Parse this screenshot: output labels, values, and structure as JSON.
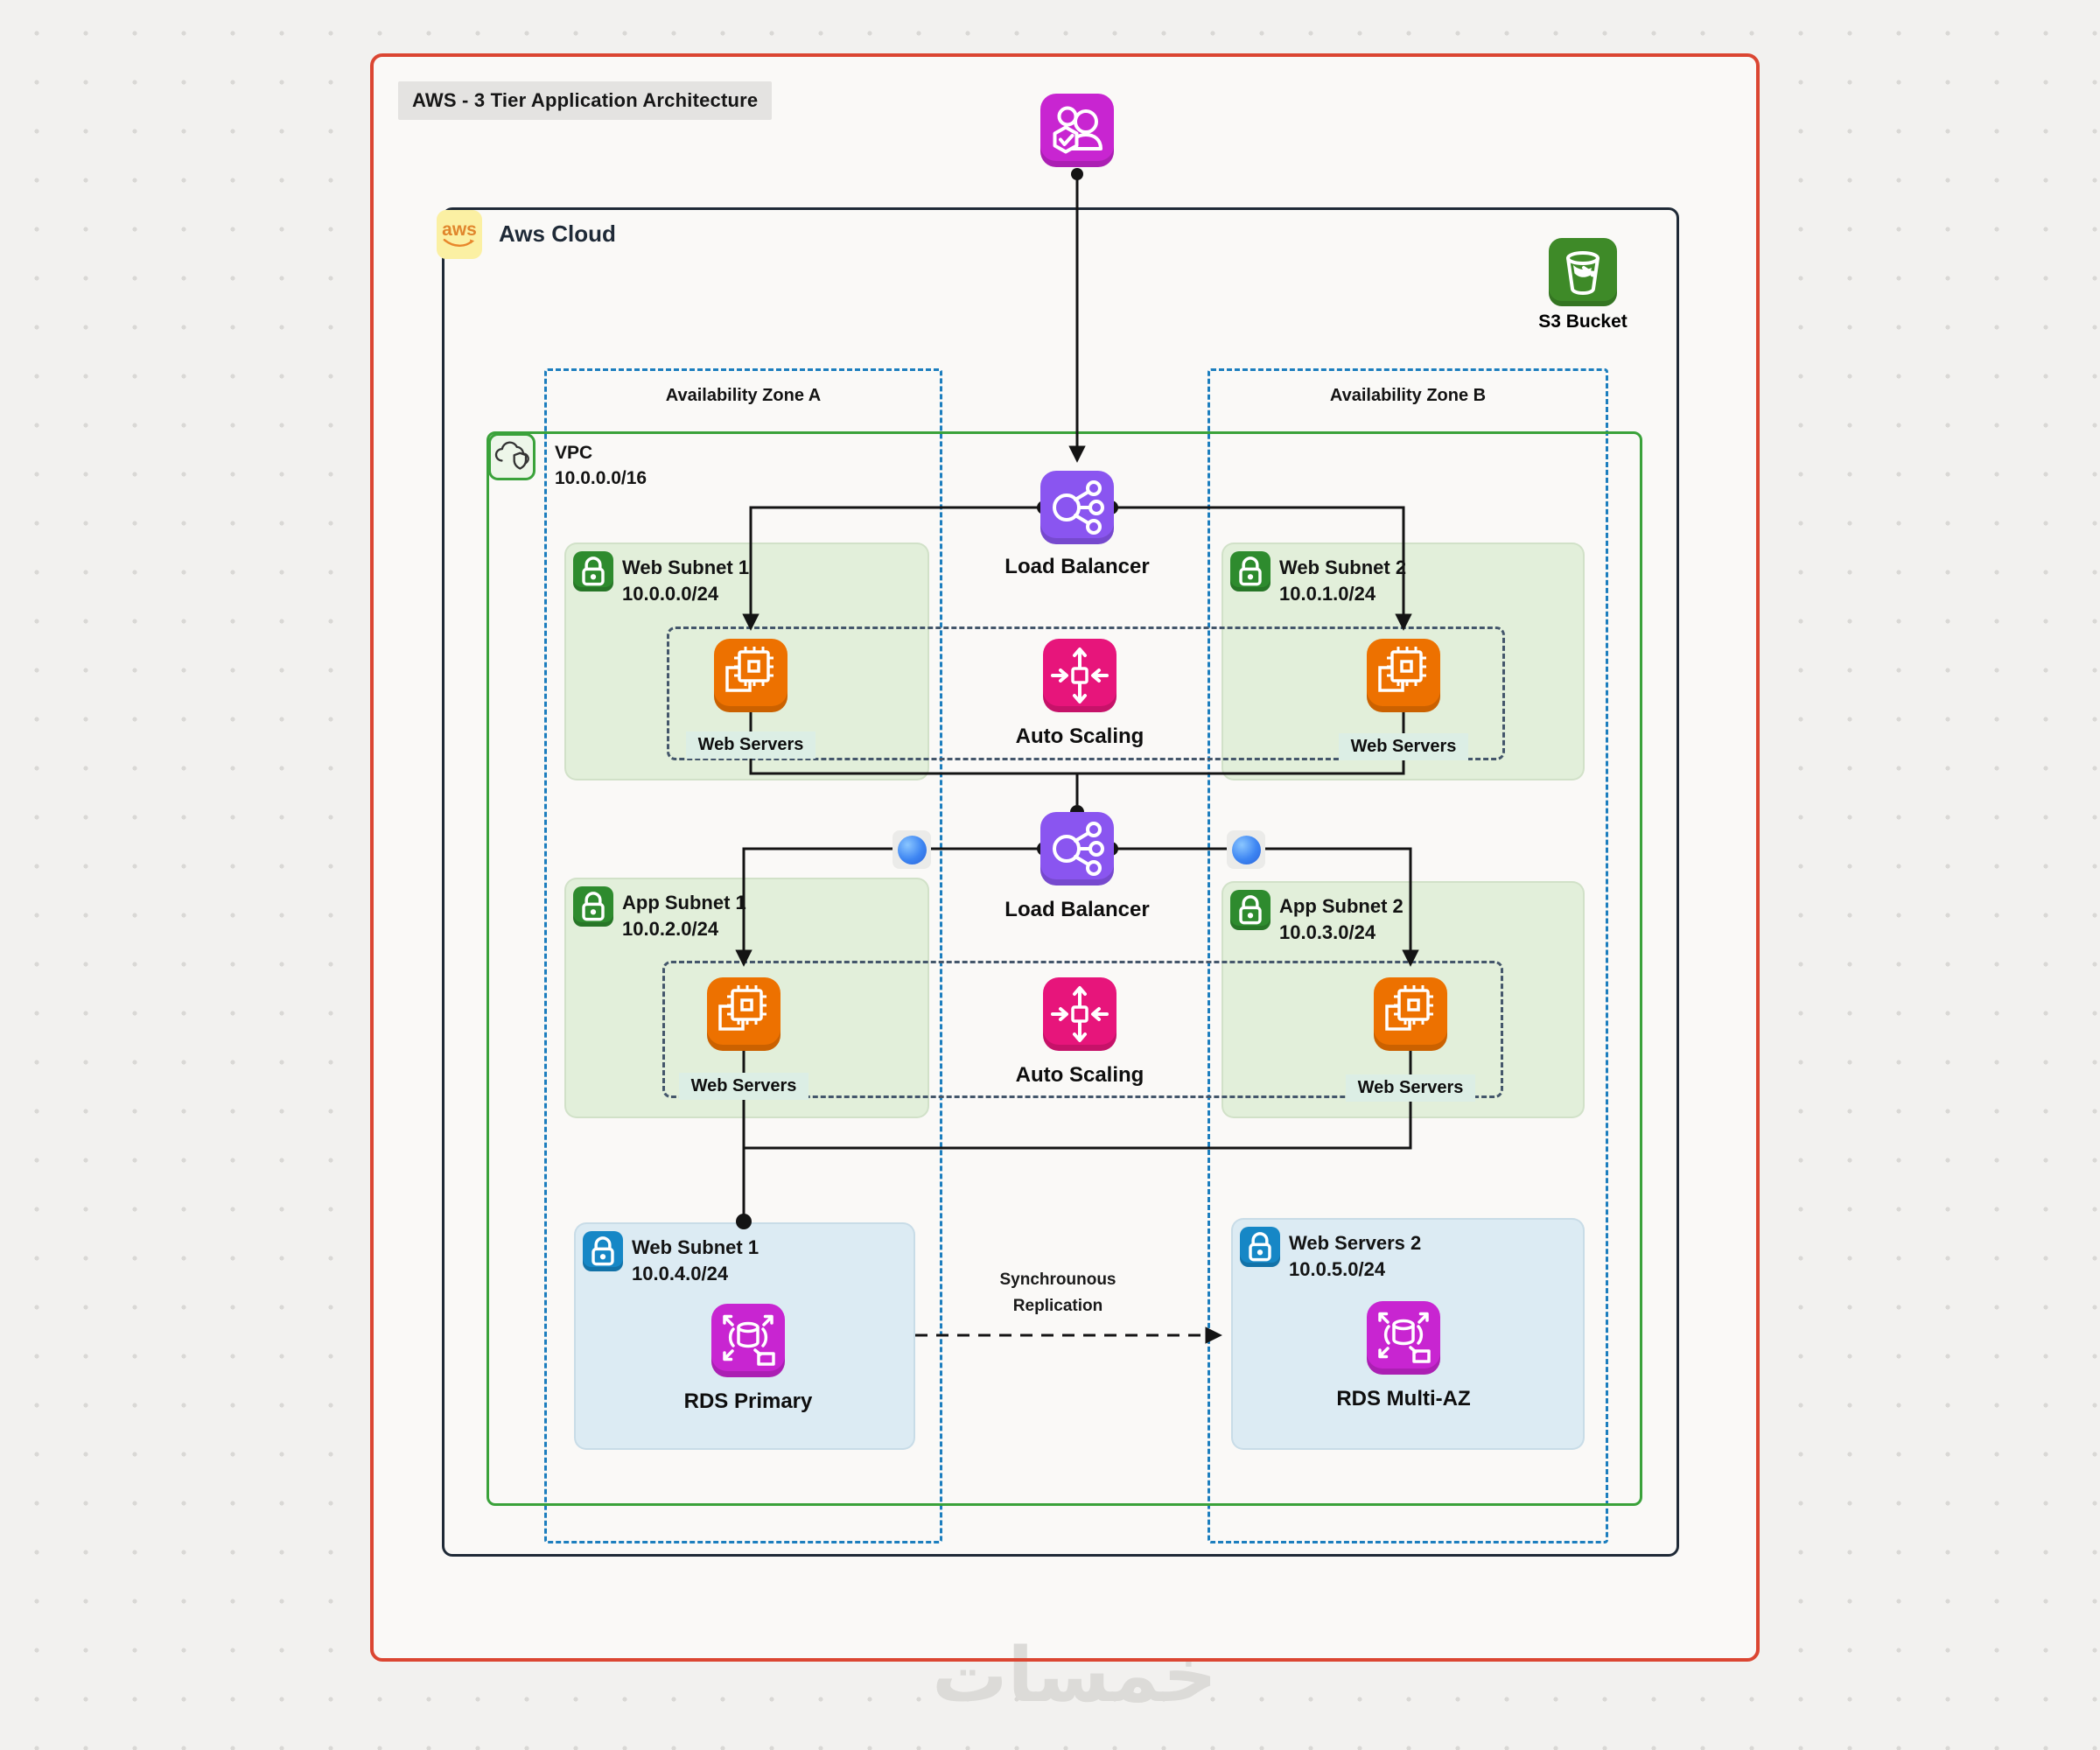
{
  "title": "AWS - 3 Tier Application Architecture",
  "watermark": "خمسات",
  "cloud": {
    "label": "Aws Cloud",
    "logo_text": "aws"
  },
  "s3": {
    "label": "S3 Bucket"
  },
  "zones": [
    {
      "label": "Availability Zone A"
    },
    {
      "label": "Availability Zone B"
    }
  ],
  "vpc": {
    "label": "VPC",
    "cidr": "10.0.0.0/16"
  },
  "subnets": {
    "web1": {
      "name": "Web Subnet 1",
      "cidr": "10.0.0.0/24"
    },
    "web2": {
      "name": "Web Subnet 2",
      "cidr": "10.0.1.0/24"
    },
    "app1": {
      "name": "App Subnet 1",
      "cidr": "10.0.2.0/24"
    },
    "app2": {
      "name": "App Subnet 2",
      "cidr": "10.0.3.0/24"
    },
    "db1": {
      "name": "Web Subnet 1",
      "cidr": "10.0.4.0/24"
    },
    "db2": {
      "name": "Web Servers 2",
      "cidr": "10.0.5.0/24"
    }
  },
  "nodes": {
    "load_balancer_web": "Load Balancer",
    "load_balancer_app": "Load Balancer",
    "auto_scaling_web": "Auto Scaling",
    "auto_scaling_app": "Auto Scaling",
    "web_servers": "Web Servers",
    "rds_primary": "RDS Primary",
    "rds_multi_az": "RDS Multi-AZ"
  },
  "annotations": {
    "replication_line1": "Synchrounous",
    "replication_line2": "Replication"
  },
  "icons": {
    "users": "users-icon",
    "aws_logo": "aws-logo",
    "s3_bucket": "s3-bucket-icon",
    "vpc": "vpc-cloud-shield-icon",
    "subnet_lock": "lock-icon",
    "load_balancer": "load-balancer-icon",
    "auto_scaling": "auto-scaling-icon",
    "web_server": "ec2-chip-icon",
    "rds": "rds-database-icon",
    "lb_endpoint": "blue-globe-dot"
  },
  "colors": {
    "outer_border": "#DB4632",
    "cloud_border": "#1F2A37",
    "az_dashed": "#1C7EBE",
    "vpc_border": "#3AA23A",
    "subnet_green_fill": "#E2EFDA",
    "subnet_blue_fill": "#DCEBF3",
    "asg_dashed": "#44566B",
    "icon_purple": "#8A55F0",
    "icon_pink": "#E7157B",
    "icon_orange": "#ED7100",
    "icon_magenta": "#C825D1",
    "icon_green": "#3E8A28",
    "lock_green": "#2E8B2E",
    "lock_blue": "#1687C6",
    "aws_badge_bg": "#FBF0A3",
    "wire": "#141414"
  }
}
